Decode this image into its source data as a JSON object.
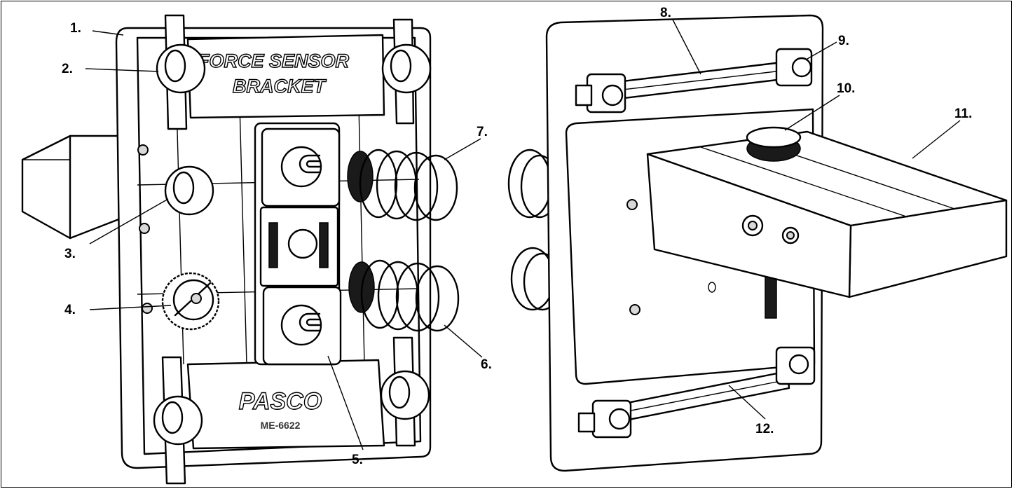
{
  "figure": {
    "bracket_title_line1": "FORCE SENSOR",
    "bracket_title_line2": "BRACKET",
    "logo": "PASCO",
    "model_number": "ME-6622"
  },
  "callouts": [
    "1.",
    "2.",
    "3.",
    "4.",
    "5.",
    "6.",
    "7.",
    "8.",
    "9.",
    "10.",
    "11.",
    "12."
  ]
}
